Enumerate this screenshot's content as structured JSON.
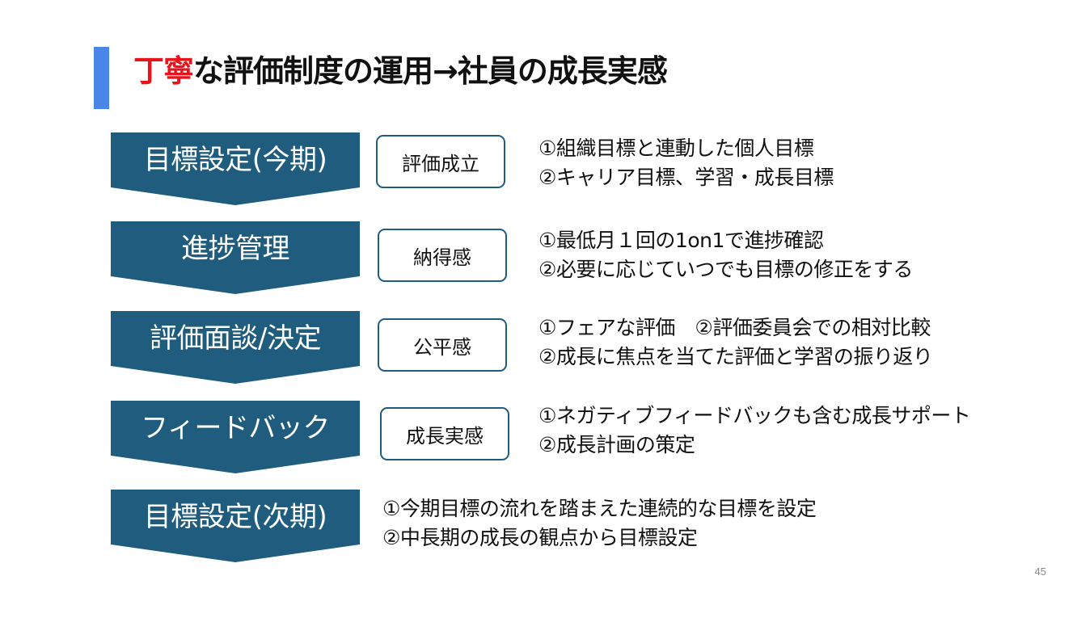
{
  "slide": {
    "title_highlight": "丁寧",
    "title_rest": "な評価制度の運用→社員の成長実感",
    "page_number": "45",
    "colors": {
      "accent_bar": "#4a86e8",
      "title_highlight": "#e8141b",
      "step_fill": "#1f5c7e",
      "badge_border": "#1f5c7e"
    }
  },
  "steps": [
    {
      "label": "目標設定(今期)",
      "badge": "評価成立",
      "lines": [
        "①組織目標と連動した個人目標",
        "②キャリア目標、学習・成長目標"
      ]
    },
    {
      "label": "進捗管理",
      "badge": "納得感",
      "lines": [
        "①最低月１回の1on1で進捗確認",
        "②必要に応じていつでも目標の修正をする"
      ]
    },
    {
      "label": "評価面談/決定",
      "badge": "公平感",
      "lines": [
        "①フェアな評価　②評価委員会での相対比較",
        "②成長に焦点を当てた評価と学習の振り返り"
      ]
    },
    {
      "label": "フィードバック",
      "badge": "成長実感",
      "lines": [
        "①ネガティブフィードバックも含む成長サポート",
        "②成長計画の策定"
      ]
    },
    {
      "label": "目標設定(次期)",
      "badge": null,
      "lines": [
        "①今期目標の流れを踏まえた連続的な目標を設定",
        "②中長期の成長の観点から目標設定"
      ]
    }
  ]
}
